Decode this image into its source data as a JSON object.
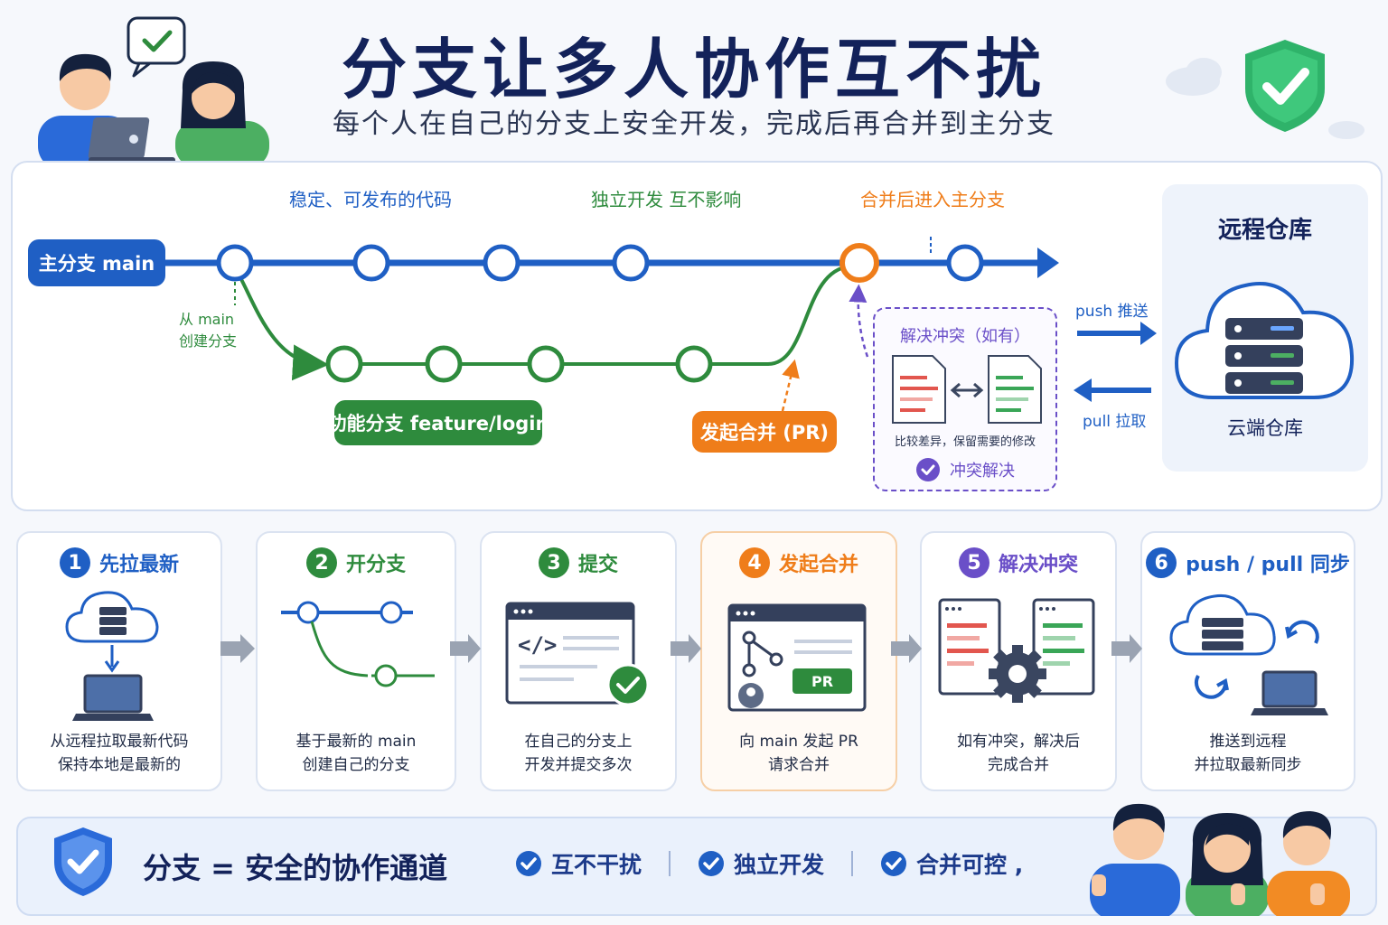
{
  "header": {
    "title": "分支让多人协作互不扰",
    "subtitle": "每个人在自己的分支上安全开发，完成后再合并到主分支"
  },
  "flow": {
    "main_branch_label": "主分支 main",
    "feature_branch_label": "功能分支 feature/login",
    "pr_label": "发起合并 (PR)",
    "from_main_line1": "从 main",
    "from_main_line2": "创建分支",
    "caption_stable": "稳定、可发布的代码",
    "caption_independent": "独立开发 互不影响",
    "caption_merged": "合并后进入主分支"
  },
  "conflict": {
    "title": "解决冲突（如有）",
    "compare_text": "比较差异，保留需要的修改",
    "resolved_text": "冲突解决"
  },
  "remote": {
    "title": "远程仓库",
    "cloud_label": "云端仓库",
    "push_label": "push 推送",
    "pull_label": "pull 拉取"
  },
  "steps": [
    {
      "num": "1",
      "title": "先拉最新",
      "desc": [
        "从远程拉取最新代码",
        "保持本地是最新的"
      ],
      "color": "#1f5fc4"
    },
    {
      "num": "2",
      "title": "开分支",
      "desc": [
        "基于最新的 main",
        "创建自己的分支"
      ],
      "color": "#2e8b3d"
    },
    {
      "num": "3",
      "title": "提交",
      "desc": [
        "在自己的分支上",
        "开发并提交多次"
      ],
      "color": "#2e8b3d"
    },
    {
      "num": "4",
      "title": "发起合并",
      "desc": [
        "向 main 发起 PR",
        "请求合并"
      ],
      "color": "#ef7d1a",
      "pr_badge": "PR"
    },
    {
      "num": "5",
      "title": "解决冲突",
      "desc": [
        "如有冲突，解决后",
        "完成合并"
      ],
      "color": "#6a4fc8"
    },
    {
      "num": "6",
      "title": "push / pull 同步",
      "desc": [
        "推送到远程",
        "并拉取最新同步"
      ],
      "color": "#1f5fc4"
    }
  ],
  "summary": {
    "statement": "分支 = 安全的协作通道",
    "points": [
      "互不干扰",
      "独立开发",
      "合并可控 ,"
    ]
  },
  "colors": {
    "main": "#1f5fc4",
    "feature": "#2e8b3d",
    "pr": "#ef7d1a",
    "conflict": "#6a4fc8",
    "navy": "#13225a"
  }
}
